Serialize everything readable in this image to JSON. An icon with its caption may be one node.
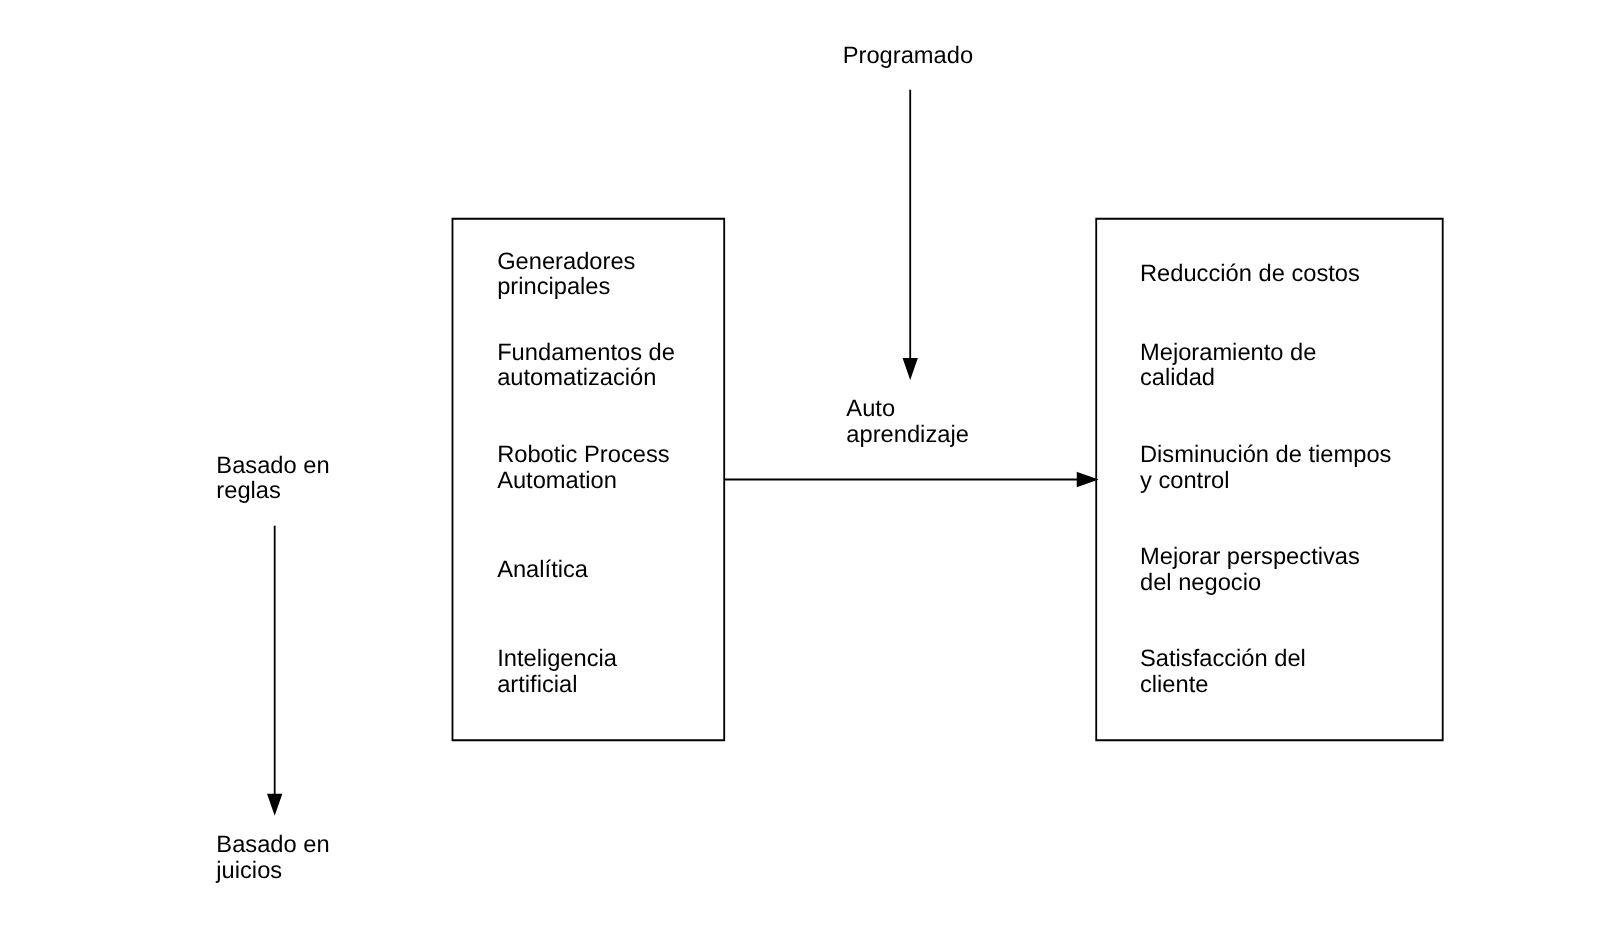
{
  "diagram": {
    "nodes": [
      {
        "text": [
          "Basado en reglas"
        ]
      },
      {
        "text": [
          "Basado en juicios"
        ]
      },
      {
        "text": [
          "Generadores principales",
          "Fundamentos de automatización",
          "Robotic Process Automation",
          "Analítica",
          "Inteligencia artificial"
        ]
      },
      {
        "text": [
          "Programado"
        ]
      },
      {
        "text": [
          "Auto aprendizaje"
        ]
      },
      {
        "text": [
          "Reducción de costos",
          "Mejoramiento de calidad",
          "Disminución de tiempos y control",
          "Mejorar perspectivas del negocio",
          "Satisfacción del cliente"
        ]
      }
    ],
    "edges": [
      {
        "from": 0,
        "to": 1,
        "arrow": "to"
      },
      {
        "from": 3,
        "to": 4,
        "arrow": "to"
      },
      {
        "from": 2,
        "to": 5,
        "arrow": "to"
      }
    ]
  }
}
